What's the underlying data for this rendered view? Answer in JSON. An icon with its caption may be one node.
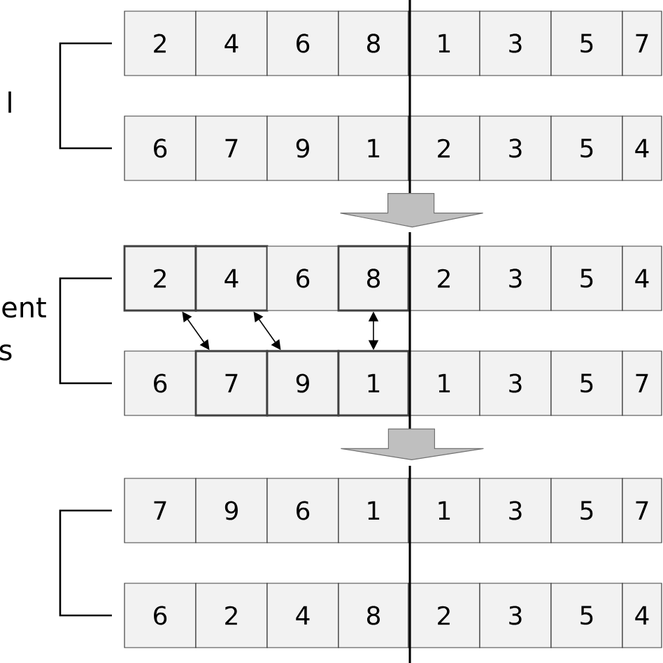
{
  "diagram": {
    "nodes": [
      {
        "text": [
          "2"
        ]
      },
      {
        "text": [
          "4"
        ]
      },
      {
        "text": [
          "6"
        ]
      },
      {
        "text": [
          "8"
        ]
      },
      {
        "text": [
          "1"
        ]
      },
      {
        "text": [
          "3"
        ]
      },
      {
        "text": [
          "5"
        ]
      },
      {
        "text": [
          "7"
        ]
      },
      {
        "text": [
          "6"
        ]
      },
      {
        "text": [
          "7"
        ]
      },
      {
        "text": [
          "9"
        ]
      },
      {
        "text": [
          "1"
        ]
      },
      {
        "text": [
          "2"
        ]
      },
      {
        "text": [
          "3"
        ]
      },
      {
        "text": [
          "5"
        ]
      },
      {
        "text": [
          "4"
        ]
      },
      {
        "text": [
          "2"
        ]
      },
      {
        "text": [
          "4"
        ]
      },
      {
        "text": [
          "6"
        ]
      },
      {
        "text": [
          "8"
        ]
      },
      {
        "text": [
          "2"
        ]
      },
      {
        "text": [
          "3"
        ]
      },
      {
        "text": [
          "5"
        ]
      },
      {
        "text": [
          "4"
        ]
      },
      {
        "text": [
          "6"
        ]
      },
      {
        "text": [
          "7"
        ]
      },
      {
        "text": [
          "9"
        ]
      },
      {
        "text": [
          "1"
        ]
      },
      {
        "text": [
          "1"
        ]
      },
      {
        "text": [
          "3"
        ]
      },
      {
        "text": [
          "5"
        ]
      },
      {
        "text": [
          "7"
        ]
      },
      {
        "text": [
          "7"
        ]
      },
      {
        "text": [
          "9"
        ]
      },
      {
        "text": [
          "6"
        ]
      },
      {
        "text": [
          "1"
        ]
      },
      {
        "text": [
          "1"
        ]
      },
      {
        "text": [
          "3"
        ]
      },
      {
        "text": [
          "5"
        ]
      },
      {
        "text": [
          "7"
        ]
      },
      {
        "text": [
          "6"
        ]
      },
      {
        "text": [
          "2"
        ]
      },
      {
        "text": [
          "4"
        ]
      },
      {
        "text": [
          "8"
        ]
      },
      {
        "text": [
          "2"
        ]
      },
      {
        "text": [
          "3"
        ]
      },
      {
        "text": [
          "5"
        ]
      },
      {
        "text": [
          "4"
        ]
      }
    ],
    "edges": [
      {
        "from": 11,
        "to": 19,
        "arrow": "to"
      },
      {
        "from": 16,
        "to": 25,
        "arrow": "both"
      },
      {
        "from": 17,
        "to": 26,
        "arrow": "both"
      },
      {
        "from": 19,
        "to": 27,
        "arrow": "both"
      },
      {
        "from": 27,
        "to": 35,
        "arrow": "to"
      }
    ],
    "labels": [
      "l",
      "ent",
      "s"
    ]
  }
}
